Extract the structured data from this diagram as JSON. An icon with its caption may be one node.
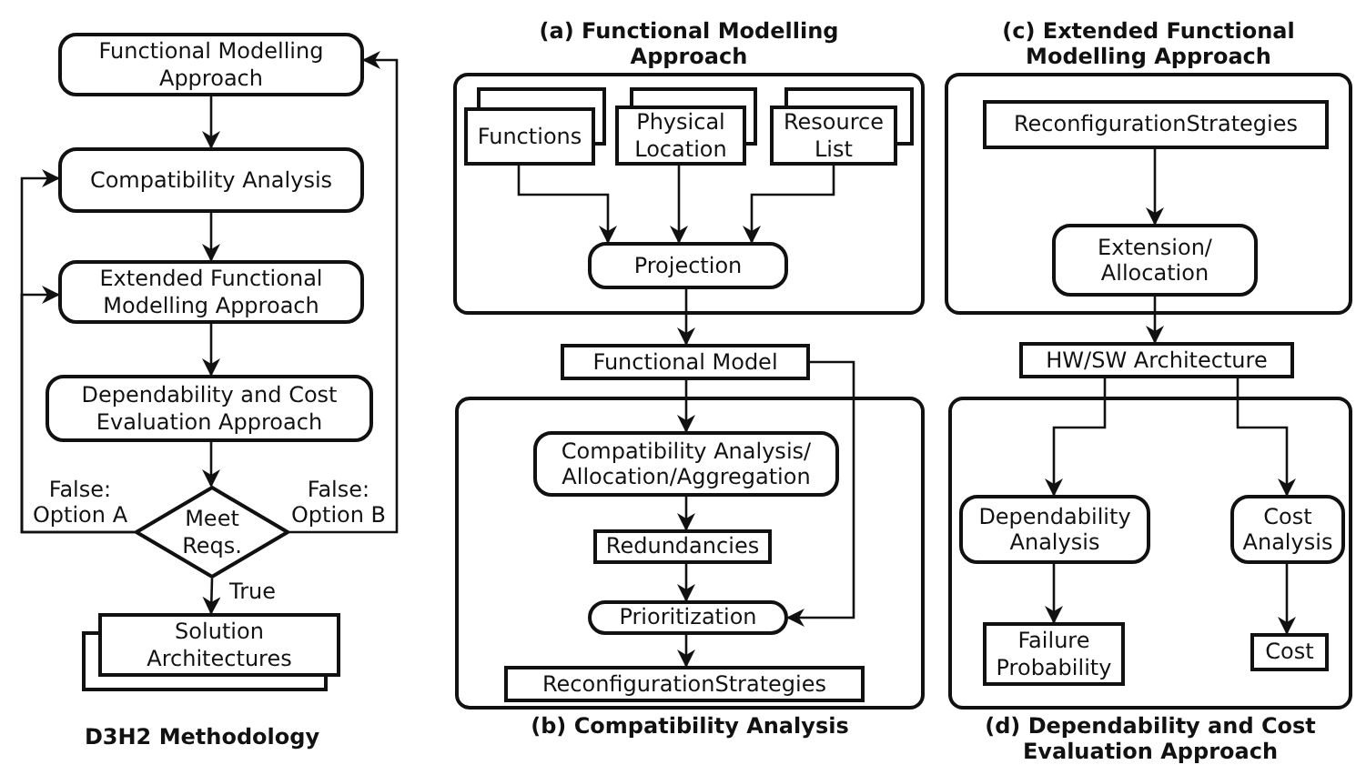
{
  "diagram": {
    "nodes": [
      {
        "text": [
          "Functional Modelling Approach"
        ]
      },
      {
        "text": [
          "Compatibility Analysis"
        ]
      },
      {
        "text": [
          "Extended Functional Modelling Approach"
        ]
      },
      {
        "text": [
          "Dependability and Cost Evaluation Approach"
        ]
      },
      {
        "text": [
          "Meet Reqs."
        ]
      },
      {
        "text": [
          "Solution Architectures"
        ]
      },
      {
        "text": [
          "(a) Functional Modelling Approach"
        ]
      },
      {
        "text": [
          "Functions"
        ],
        "in": 6
      },
      {
        "text": [
          "Physical Location"
        ],
        "in": 6
      },
      {
        "text": [
          "Resource List"
        ],
        "in": 6
      },
      {
        "text": [
          "Projection"
        ],
        "in": 6
      },
      {
        "text": [
          "Functional Model"
        ]
      },
      {
        "text": [
          "(b) Compatibility Analysis"
        ]
      },
      {
        "text": [
          "Compatibility Analysis/ Allocation/Aggregation"
        ],
        "in": 12
      },
      {
        "text": [
          "Redundancies"
        ],
        "in": 12
      },
      {
        "text": [
          "Prioritization"
        ],
        "in": 12
      },
      {
        "text": [
          "ReconfigurationStrategies"
        ],
        "in": 12
      },
      {
        "text": [
          "(c) Extended Functional Modelling Approach"
        ]
      },
      {
        "text": [
          "ReconfigurationStrategies"
        ],
        "in": 17
      },
      {
        "text": [
          "Extension/ Allocation"
        ],
        "in": 17
      },
      {
        "text": [
          "HW/SW Architecture"
        ]
      },
      {
        "text": [
          "(d) Dependability and Cost Evaluation Approach"
        ]
      },
      {
        "text": [
          "Dependability Analysis"
        ],
        "in": 21
      },
      {
        "text": [
          "Cost Analysis"
        ],
        "in": 21
      },
      {
        "text": [
          "Failure Probability"
        ],
        "in": 21
      },
      {
        "text": [
          "Cost"
        ],
        "in": 21
      }
    ],
    "edges": [
      {
        "from": 0,
        "to": 1,
        "arrow": "to"
      },
      {
        "from": 1,
        "to": 2,
        "arrow": "to"
      },
      {
        "from": 2,
        "to": 3,
        "arrow": "to"
      },
      {
        "from": 3,
        "to": 4,
        "arrow": "to"
      },
      {
        "from": 4,
        "to": 5,
        "arrow": "to",
        "label": "True"
      },
      {
        "from": 4,
        "to": 1,
        "arrow": "to",
        "label": "False: Option A"
      },
      {
        "from": 4,
        "to": 2,
        "arrow": "to"
      },
      {
        "from": 4,
        "to": 0,
        "arrow": "to",
        "label": "False: Option B"
      },
      {
        "from": 7,
        "to": 10,
        "arrow": "to"
      },
      {
        "from": 8,
        "to": 10,
        "arrow": "to"
      },
      {
        "from": 9,
        "to": 10,
        "arrow": "to"
      },
      {
        "from": 10,
        "to": 11,
        "arrow": "to"
      },
      {
        "from": 11,
        "to": 13,
        "arrow": "to"
      },
      {
        "from": 13,
        "to": 14,
        "arrow": "to"
      },
      {
        "from": 14,
        "to": 15,
        "arrow": "to"
      },
      {
        "from": 15,
        "to": 16,
        "arrow": "to"
      },
      {
        "from": 11,
        "to": 15,
        "arrow": "to"
      },
      {
        "from": 18,
        "to": 19,
        "arrow": "to"
      },
      {
        "from": 19,
        "to": 20,
        "arrow": "to"
      },
      {
        "from": 20,
        "to": 22,
        "arrow": "to"
      },
      {
        "from": 20,
        "to": 23,
        "arrow": "to"
      },
      {
        "from": 22,
        "to": 24,
        "arrow": "to"
      },
      {
        "from": 23,
        "to": 25,
        "arrow": "to"
      }
    ],
    "labels": [
      "D3H2 Methodology"
    ]
  }
}
